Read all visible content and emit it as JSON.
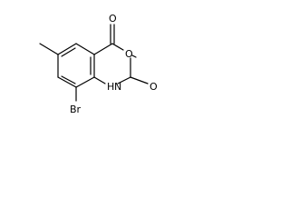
{
  "molecule": {
    "atoms": {
      "o_top": "O",
      "o_ring": "O",
      "o_right": "O",
      "nh": "H",
      "n": "N",
      "br": "Br"
    }
  }
}
